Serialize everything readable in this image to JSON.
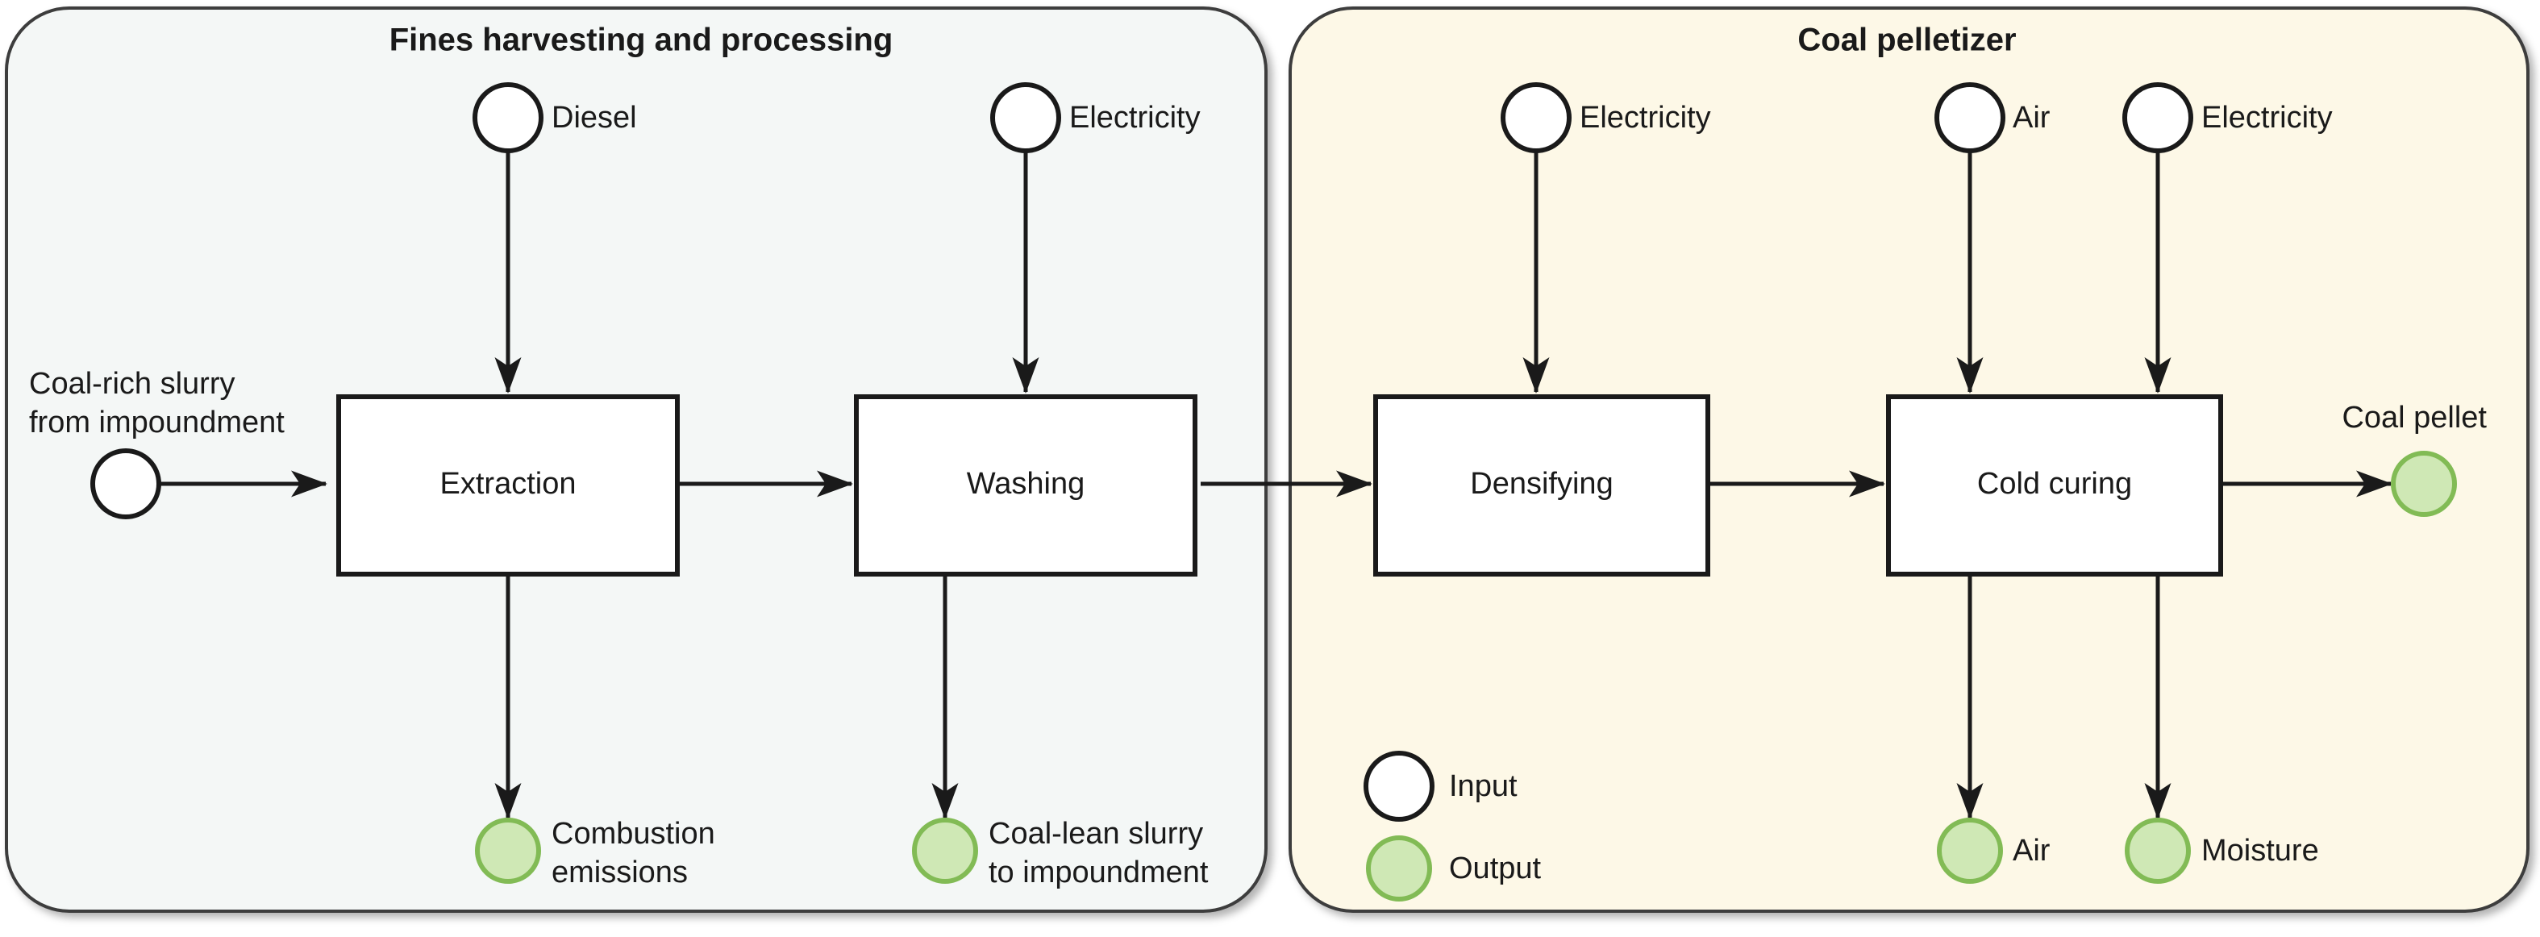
{
  "diagram": {
    "type": "process-flow",
    "title": "",
    "colors": {
      "panel_left_fill": "#f4f7f6",
      "panel_right_fill": "#fdf8e7",
      "panel_stroke": "#3d3d3d",
      "process_box_fill": "#ffffff",
      "process_box_stroke": "#1a1a1a",
      "input_node_fill": "#ffffff",
      "input_node_stroke": "#1a1a1a",
      "output_node_fill": "#cfe8b5",
      "output_node_stroke": "#82bb55",
      "arrow_color": "#1a1a1a",
      "text_color": "#1a1a1a"
    }
  },
  "panels": [
    {
      "id": "fines",
      "title": "Fines harvesting and processing"
    },
    {
      "id": "pelletizer",
      "title": "Coal pelletizer"
    }
  ],
  "processes": [
    {
      "id": "extraction",
      "label": "Extraction",
      "panel": "fines"
    },
    {
      "id": "washing",
      "label": "Washing",
      "panel": "fines"
    },
    {
      "id": "densifying",
      "label": "Densifying",
      "panel": "pelletizer"
    },
    {
      "id": "cold-curing",
      "label": "Cold curing",
      "panel": "pelletizer"
    }
  ],
  "inputs": [
    {
      "id": "coal-rich-slurry",
      "label": "Coal-rich slurry\nfrom impoundment",
      "line1": "Coal-rich slurry",
      "line2": "from impoundment",
      "target": "extraction",
      "panel": "fines"
    },
    {
      "id": "diesel",
      "label": "Diesel",
      "target": "extraction",
      "panel": "fines"
    },
    {
      "id": "electricity-washing",
      "label": "Electricity",
      "target": "washing",
      "panel": "fines"
    },
    {
      "id": "electricity-densifying",
      "label": "Electricity",
      "target": "densifying",
      "panel": "pelletizer"
    },
    {
      "id": "air-cold-curing",
      "label": "Air",
      "target": "cold-curing",
      "panel": "pelletizer"
    },
    {
      "id": "electricity-cold-curing",
      "label": "Electricity",
      "target": "cold-curing",
      "panel": "pelletizer"
    }
  ],
  "outputs": [
    {
      "id": "combustion-emissions",
      "label": "Combustion\nemissions",
      "line1": "Combustion",
      "line2": "emissions",
      "source": "extraction",
      "panel": "fines"
    },
    {
      "id": "coal-lean-slurry",
      "label": "Coal-lean slurry\nto impoundment",
      "line1": "Coal-lean slurry",
      "line2": "to impoundment",
      "source": "washing",
      "panel": "fines"
    },
    {
      "id": "air-out",
      "label": "Air",
      "source": "cold-curing",
      "panel": "pelletizer"
    },
    {
      "id": "moisture-out",
      "label": "Moisture",
      "source": "cold-curing",
      "panel": "pelletizer"
    },
    {
      "id": "coal-pellet",
      "label": "Coal pellet",
      "source": "cold-curing",
      "panel": "pelletizer"
    }
  ],
  "legend": {
    "items": [
      {
        "id": "legend-input",
        "label": "Input",
        "kind": "input"
      },
      {
        "id": "legend-output",
        "label": "Output",
        "kind": "output"
      }
    ]
  },
  "flows": [
    {
      "from": "coal-rich-slurry",
      "to": "extraction"
    },
    {
      "from": "diesel",
      "to": "extraction"
    },
    {
      "from": "extraction",
      "to": "washing"
    },
    {
      "from": "extraction",
      "to": "combustion-emissions"
    },
    {
      "from": "electricity-washing",
      "to": "washing"
    },
    {
      "from": "washing",
      "to": "coal-lean-slurry"
    },
    {
      "from": "washing",
      "to": "densifying"
    },
    {
      "from": "electricity-densifying",
      "to": "densifying"
    },
    {
      "from": "densifying",
      "to": "cold-curing"
    },
    {
      "from": "air-cold-curing",
      "to": "cold-curing"
    },
    {
      "from": "electricity-cold-curing",
      "to": "cold-curing"
    },
    {
      "from": "cold-curing",
      "to": "air-out"
    },
    {
      "from": "cold-curing",
      "to": "moisture-out"
    },
    {
      "from": "cold-curing",
      "to": "coal-pellet"
    }
  ]
}
